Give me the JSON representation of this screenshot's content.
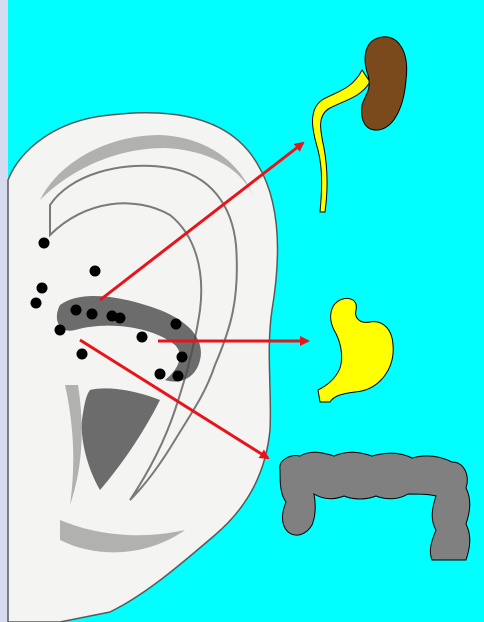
{
  "colors": {
    "background": "#00ffff",
    "edge_strip": "#d7dbf0",
    "ear_skin": "#f4f4f2",
    "ear_outline": "#5a5a5a",
    "ear_shading": "#7a7a7a",
    "ear_dark": "#4a4a4a",
    "acupoint": "#000000",
    "arrow": "#e8141b",
    "kidney": "#7a4a1c",
    "ureter": "#ffff00",
    "stomach": "#ffff00",
    "intestine": "#808080",
    "organ_outline": "#000000"
  },
  "organs": [
    {
      "name": "kidney",
      "icon": "kidney-icon"
    },
    {
      "name": "stomach",
      "icon": "stomach-icon"
    },
    {
      "name": "large-intestine",
      "icon": "intestine-icon"
    }
  ],
  "acupoint_count": 15,
  "arrow_count": 3
}
